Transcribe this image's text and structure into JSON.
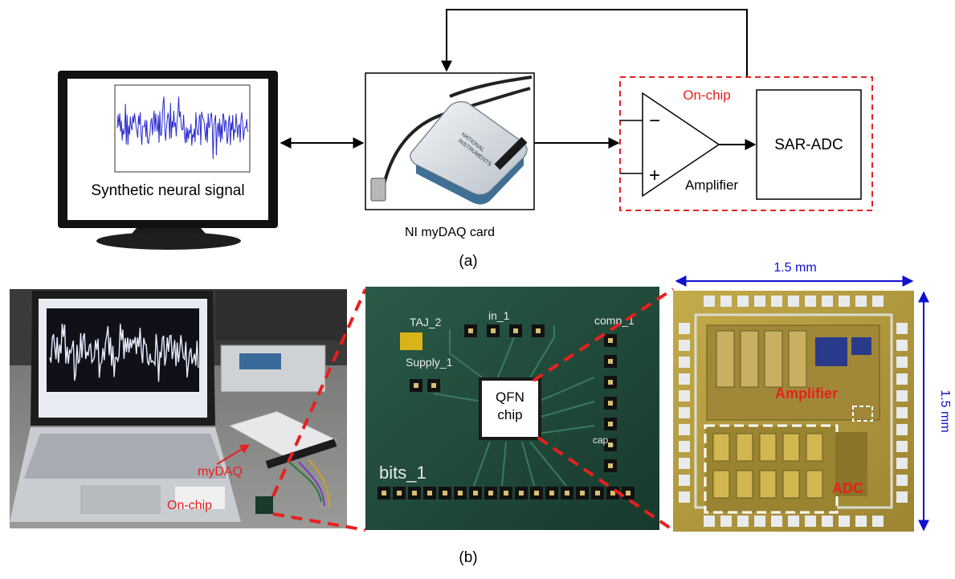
{
  "panel_a": {
    "caption": "(a)",
    "monitor": {
      "label": "Synthetic neural signal"
    },
    "daq": {
      "caption": "NI myDAQ card",
      "brand_line1": "NATIONAL",
      "brand_line2": "INSTRUMENTS"
    },
    "onchip": {
      "label": "On-chip",
      "amplifier_label": "Amplifier",
      "minus": "−",
      "plus": "+",
      "adc_label": "SAR-ADC"
    }
  },
  "panel_b": {
    "caption": "(b)",
    "photo": {
      "mydaq_label": "myDAQ",
      "onchip_label": "On-chip"
    },
    "pcb": {
      "chip_line1": "QFN",
      "chip_line2": "chip",
      "silk_taj": "TAJ_2",
      "silk_in": "in_1",
      "silk_comp": "comp_1",
      "silk_supply": "Supply_1",
      "silk_cap": "cap_",
      "silk_bits": "bits_1"
    },
    "die": {
      "amplifier_label": "Amplifier",
      "adc_label": "ADC",
      "width_label": "1.5 mm",
      "height_label": "1.5 mm"
    }
  },
  "colors": {
    "onchip_red": "#e8201f",
    "dimension_blue": "#1010d0",
    "signal_blue": "#2a2ad0",
    "pcb_green": "#1f4a3a",
    "die_gold": "#b49a3a"
  }
}
